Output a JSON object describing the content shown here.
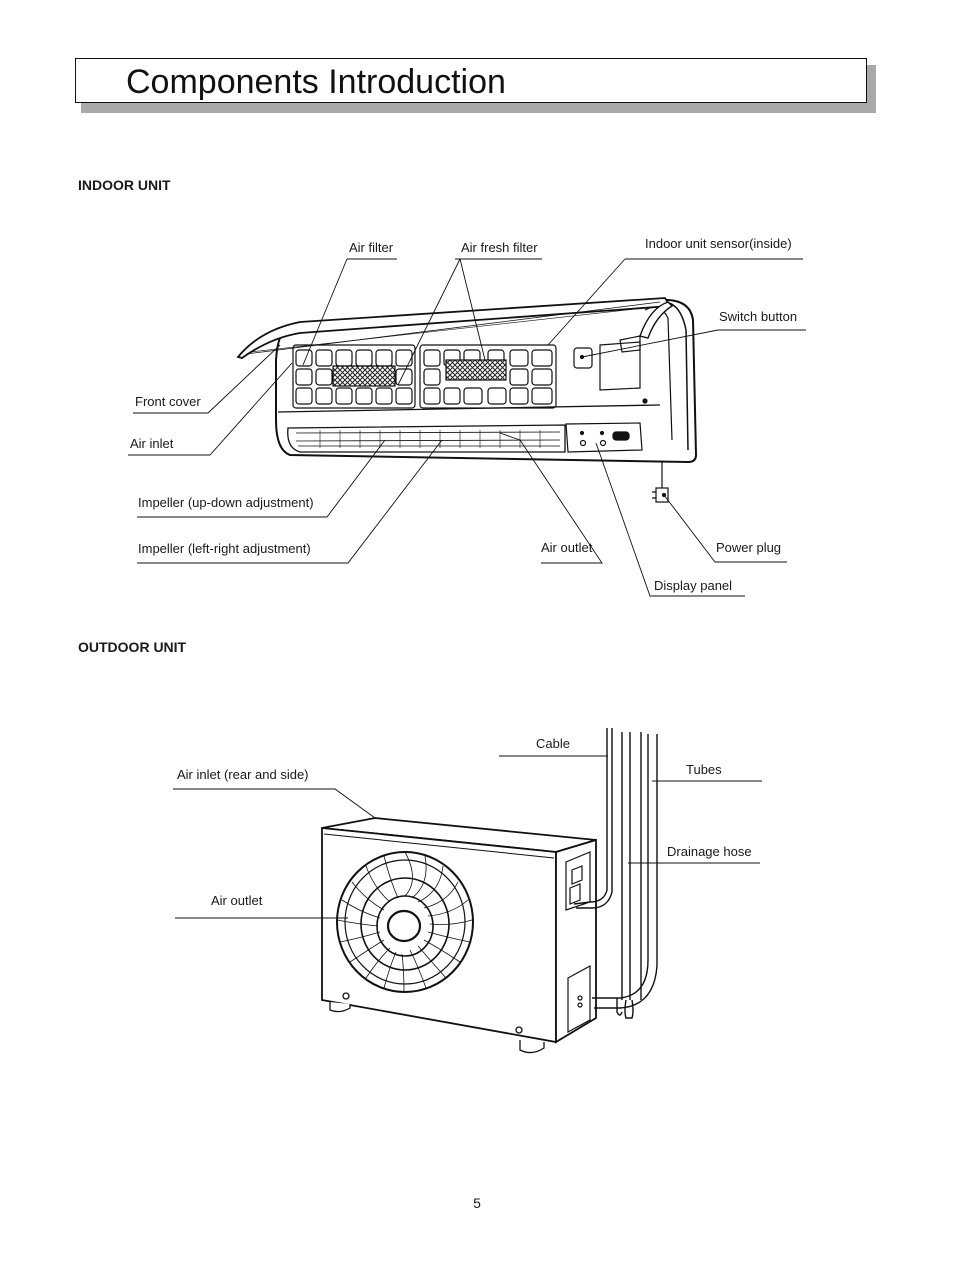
{
  "page": {
    "title": "Components Introduction",
    "page_number": "5"
  },
  "indoor": {
    "heading": "INDOOR UNIT",
    "labels": {
      "air_filter": "Air filter",
      "air_fresh_filter": "Air fresh filter",
      "indoor_unit_sensor": "Indoor unit sensor(inside)",
      "switch_button": "Switch button",
      "front_cover": "Front cover",
      "air_inlet": "Air inlet",
      "impeller_up_down": "Impeller (up-down adjustment)",
      "impeller_left_right": "Impeller (left-right adjustment)",
      "air_outlet": "Air outlet",
      "power_plug": "Power plug",
      "display_panel": "Display panel"
    }
  },
  "outdoor": {
    "heading": "OUTDOOR UNIT",
    "labels": {
      "cable": "Cable",
      "tubes": "Tubes",
      "air_inlet_rear_side": "Air inlet (rear and side)",
      "drainage_hose": "Drainage hose",
      "air_outlet": "Air outlet"
    }
  }
}
